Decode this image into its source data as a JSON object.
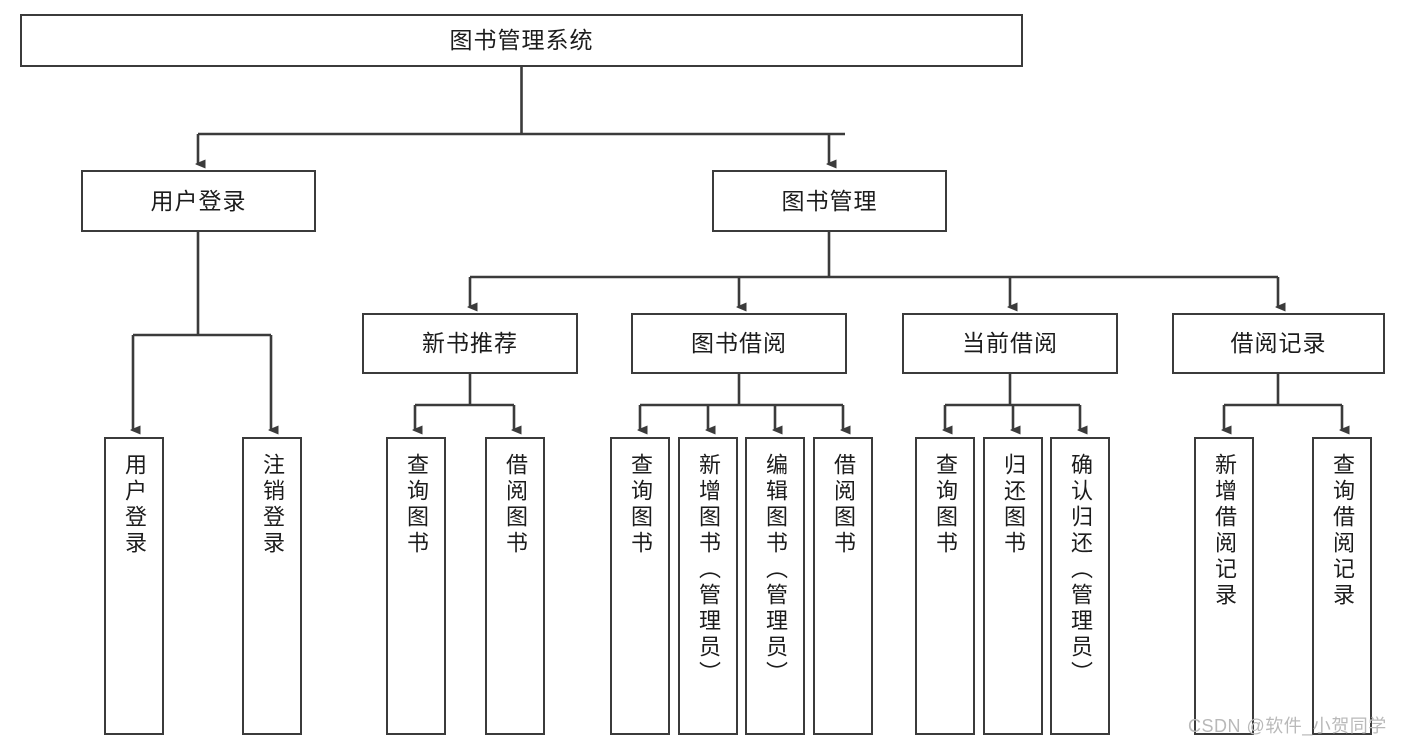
{
  "diagram": {
    "title": "图书管理系统",
    "type": "hierarchy-tree",
    "root": {
      "label": "图书管理系统"
    },
    "level2": [
      {
        "label": "用户登录"
      },
      {
        "label": "图书管理"
      }
    ],
    "level3": [
      {
        "label": "新书推荐"
      },
      {
        "label": "图书借阅"
      },
      {
        "label": "当前借阅"
      },
      {
        "label": "借阅记录"
      }
    ],
    "leaves": {
      "user_login": [
        {
          "label": "用户登录"
        },
        {
          "label": "注销登录"
        }
      ],
      "new_book_recommend": [
        {
          "label": "查询图书"
        },
        {
          "label": "借阅图书"
        }
      ],
      "book_borrow": [
        {
          "label": "查询图书"
        },
        {
          "label": "新增图书（管理员）"
        },
        {
          "label": "编辑图书（管理员）"
        },
        {
          "label": "借阅图书"
        }
      ],
      "current_borrow": [
        {
          "label": "查询图书"
        },
        {
          "label": "归还图书"
        },
        {
          "label": "确认归还（管理员）"
        }
      ],
      "borrow_record": [
        {
          "label": "新增借阅记录"
        },
        {
          "label": "查询借阅记录"
        }
      ]
    }
  },
  "watermark": {
    "text": "CSDN @软件_小贺同学"
  },
  "colors": {
    "border": "#3b3b3b",
    "background": "#ffffff",
    "text": "#1c1c1c",
    "connector": "#3b3b3b",
    "watermark": "#b9b9b9"
  }
}
